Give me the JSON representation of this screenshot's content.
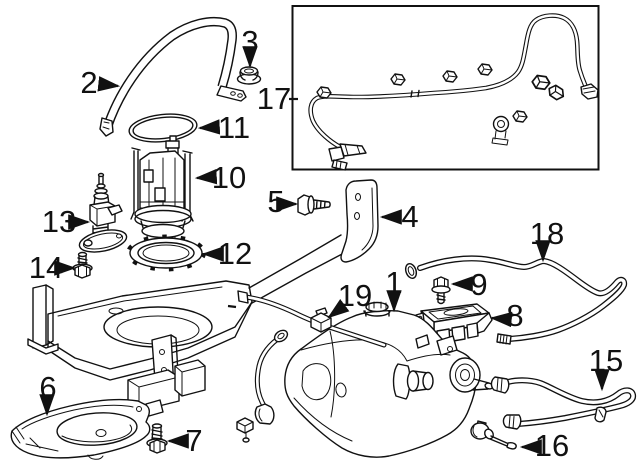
{
  "diagram": {
    "background": "#ffffff",
    "line_color": "#111111",
    "callouts": {
      "c1": "1",
      "c2": "2",
      "c3": "3",
      "c4": "4",
      "c5": "5",
      "c6": "6",
      "c7": "7",
      "c8": "8",
      "c9": "9",
      "c10": "10",
      "c11": "11",
      "c12": "12",
      "c13": "13",
      "c14": "14",
      "c15": "15",
      "c16": "16",
      "c17": "17",
      "c18": "18",
      "c19": "19"
    }
  }
}
